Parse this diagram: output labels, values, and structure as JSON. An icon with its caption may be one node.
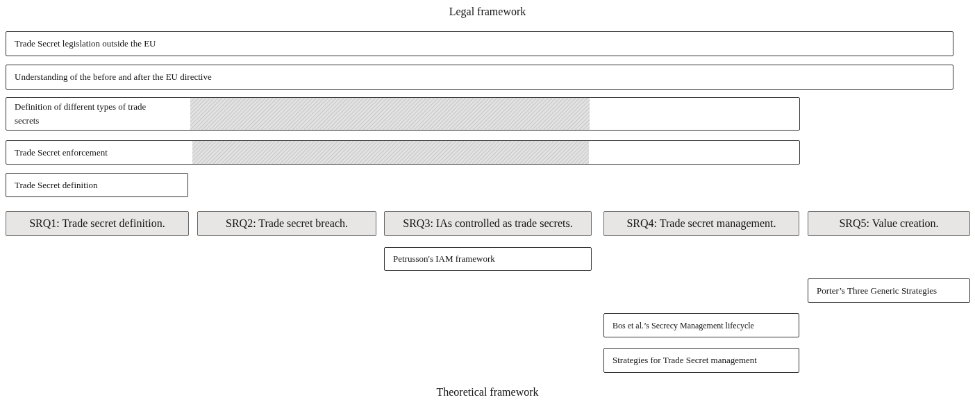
{
  "diagram": {
    "title": "Legal framework",
    "caption": "Theoretical framework",
    "nodes": [
      {
        "text": [
          "Trade Secret legislation outside the EU"
        ]
      },
      {
        "text": [
          "Understanding of the before and after the EU directive"
        ]
      },
      {
        "text": [
          "Definition of different types of trade secrets"
        ]
      },
      {
        "text": [
          "Trade Secret enforcement"
        ]
      },
      {
        "text": [
          "Trade Secret definition"
        ]
      },
      {
        "text": [
          "SRQ1: Trade secret definition."
        ]
      },
      {
        "text": [
          "SRQ2: Trade secret breach."
        ]
      },
      {
        "text": [
          "SRQ3: IAs controlled as trade secrets."
        ]
      },
      {
        "text": [
          "SRQ4: Trade secret management."
        ]
      },
      {
        "text": [
          "SRQ5: Value creation."
        ]
      },
      {
        "text": [
          "Petrusson's IAM framework"
        ]
      },
      {
        "text": [
          "Porter’s Three Generic Strategies"
        ]
      },
      {
        "text": [
          "Bos et al.’s Secrecy Management lifecycle"
        ]
      },
      {
        "text": [
          "Strategies for Trade Secret management"
        ]
      },
      {
        "text": [],
        "shape": "bar",
        "in": 2
      },
      {
        "text": [],
        "shape": "bar",
        "in": 3
      }
    ]
  }
}
